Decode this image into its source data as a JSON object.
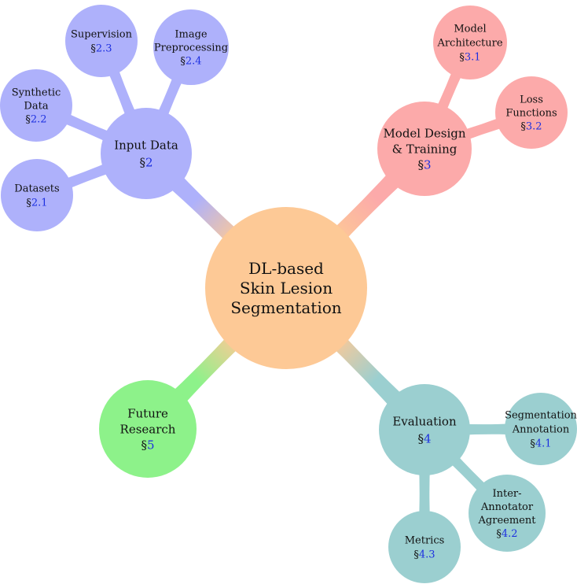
{
  "colors": {
    "center": "#fdc996",
    "input": "#aeb1fb",
    "design": "#fcaaaa",
    "evaluation": "#9bcfd0",
    "future": "#8df28a",
    "link_text": "#1c2fe0"
  },
  "center": {
    "lines": [
      "DL-based",
      "Skin Lesion",
      "Segmentation"
    ]
  },
  "branches": {
    "input": {
      "lines": [
        "Input Data"
      ],
      "section_prefix": "§",
      "section": "2",
      "children": [
        {
          "id": "supervision",
          "lines": [
            "Supervision"
          ],
          "section_prefix": "§",
          "section": "2.3"
        },
        {
          "id": "preprocessing",
          "lines": [
            "Image",
            "Preprocessing"
          ],
          "section_prefix": "§",
          "section": "2.4"
        },
        {
          "id": "synthetic",
          "lines": [
            "Synthetic",
            "Data"
          ],
          "section_prefix": "§",
          "section": "2.2"
        },
        {
          "id": "datasets",
          "lines": [
            "Datasets"
          ],
          "section_prefix": "§",
          "section": "2.1"
        }
      ]
    },
    "design": {
      "lines": [
        "Model Design",
        "& Training"
      ],
      "section_prefix": "§",
      "section": "3",
      "children": [
        {
          "id": "architecture",
          "lines": [
            "Model",
            "Architecture"
          ],
          "section_prefix": "§",
          "section": "3.1"
        },
        {
          "id": "loss",
          "lines": [
            "Loss",
            "Functions"
          ],
          "section_prefix": "§",
          "section": "3.2"
        }
      ]
    },
    "evaluation": {
      "lines": [
        "Evaluation"
      ],
      "section_prefix": "§",
      "section": "4",
      "children": [
        {
          "id": "annotation",
          "lines": [
            "Segmentation",
            "Annotation"
          ],
          "section_prefix": "§",
          "section": "4.1"
        },
        {
          "id": "agreement",
          "lines": [
            "Inter-",
            "Annotator",
            "Agreement"
          ],
          "section_prefix": "§",
          "section": "4.2"
        },
        {
          "id": "metrics",
          "lines": [
            "Metrics"
          ],
          "section_prefix": "§",
          "section": "4.3"
        }
      ]
    },
    "future": {
      "lines": [
        "Future",
        "Research"
      ],
      "section_prefix": "§",
      "section": "5",
      "children": []
    }
  }
}
